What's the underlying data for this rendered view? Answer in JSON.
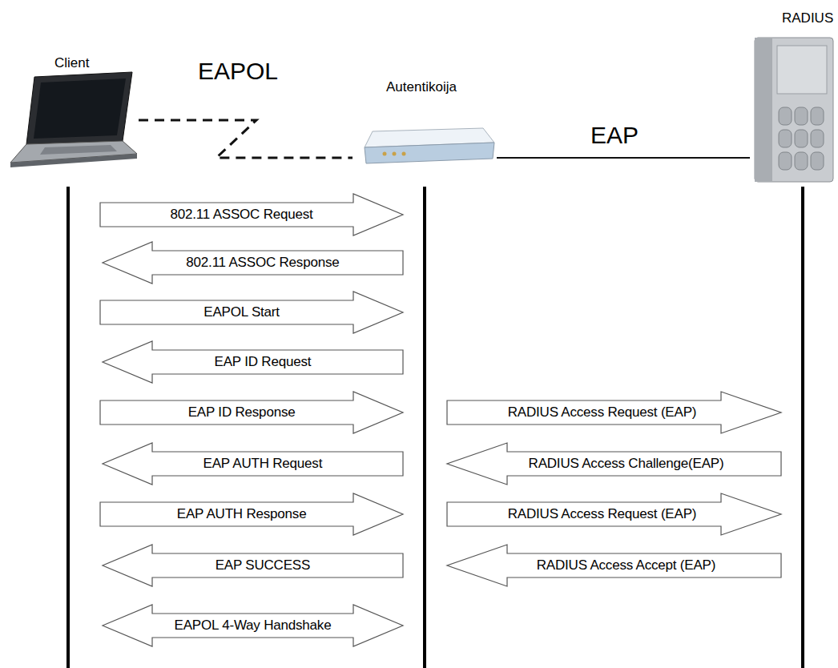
{
  "diagram": {
    "nodes": [
      {
        "text": [
          "Client"
        ]
      },
      {
        "text": [
          "Autentikoija"
        ]
      },
      {
        "text": [
          "RADIUS"
        ]
      },
      {
        "text": [
          "802.11 ASSOC Request"
        ]
      },
      {
        "text": [
          "802.11 ASSOC Response"
        ]
      },
      {
        "text": [
          "EAPOL Start"
        ]
      },
      {
        "text": [
          "EAP ID Request"
        ]
      },
      {
        "text": [
          "EAP ID Response"
        ]
      },
      {
        "text": [
          "RADIUS Access Request (EAP)"
        ]
      },
      {
        "text": [
          "EAP AUTH Request"
        ]
      },
      {
        "text": [
          "RADIUS Access Challenge(EAP)"
        ]
      },
      {
        "text": [
          "EAP AUTH Response"
        ]
      },
      {
        "text": [
          "RADIUS Access Request (EAP)"
        ]
      },
      {
        "text": [
          "EAP SUCCESS"
        ]
      },
      {
        "text": [
          "RADIUS Access Accept (EAP)"
        ]
      },
      {
        "text": [
          "EAPOL 4-Way Handshake"
        ]
      }
    ],
    "edges": [
      {
        "from": 0,
        "to": 1,
        "label": "EAPOL",
        "arrow": "none"
      },
      {
        "from": 1,
        "to": 2,
        "label": "EAP",
        "arrow": "none"
      }
    ]
  }
}
